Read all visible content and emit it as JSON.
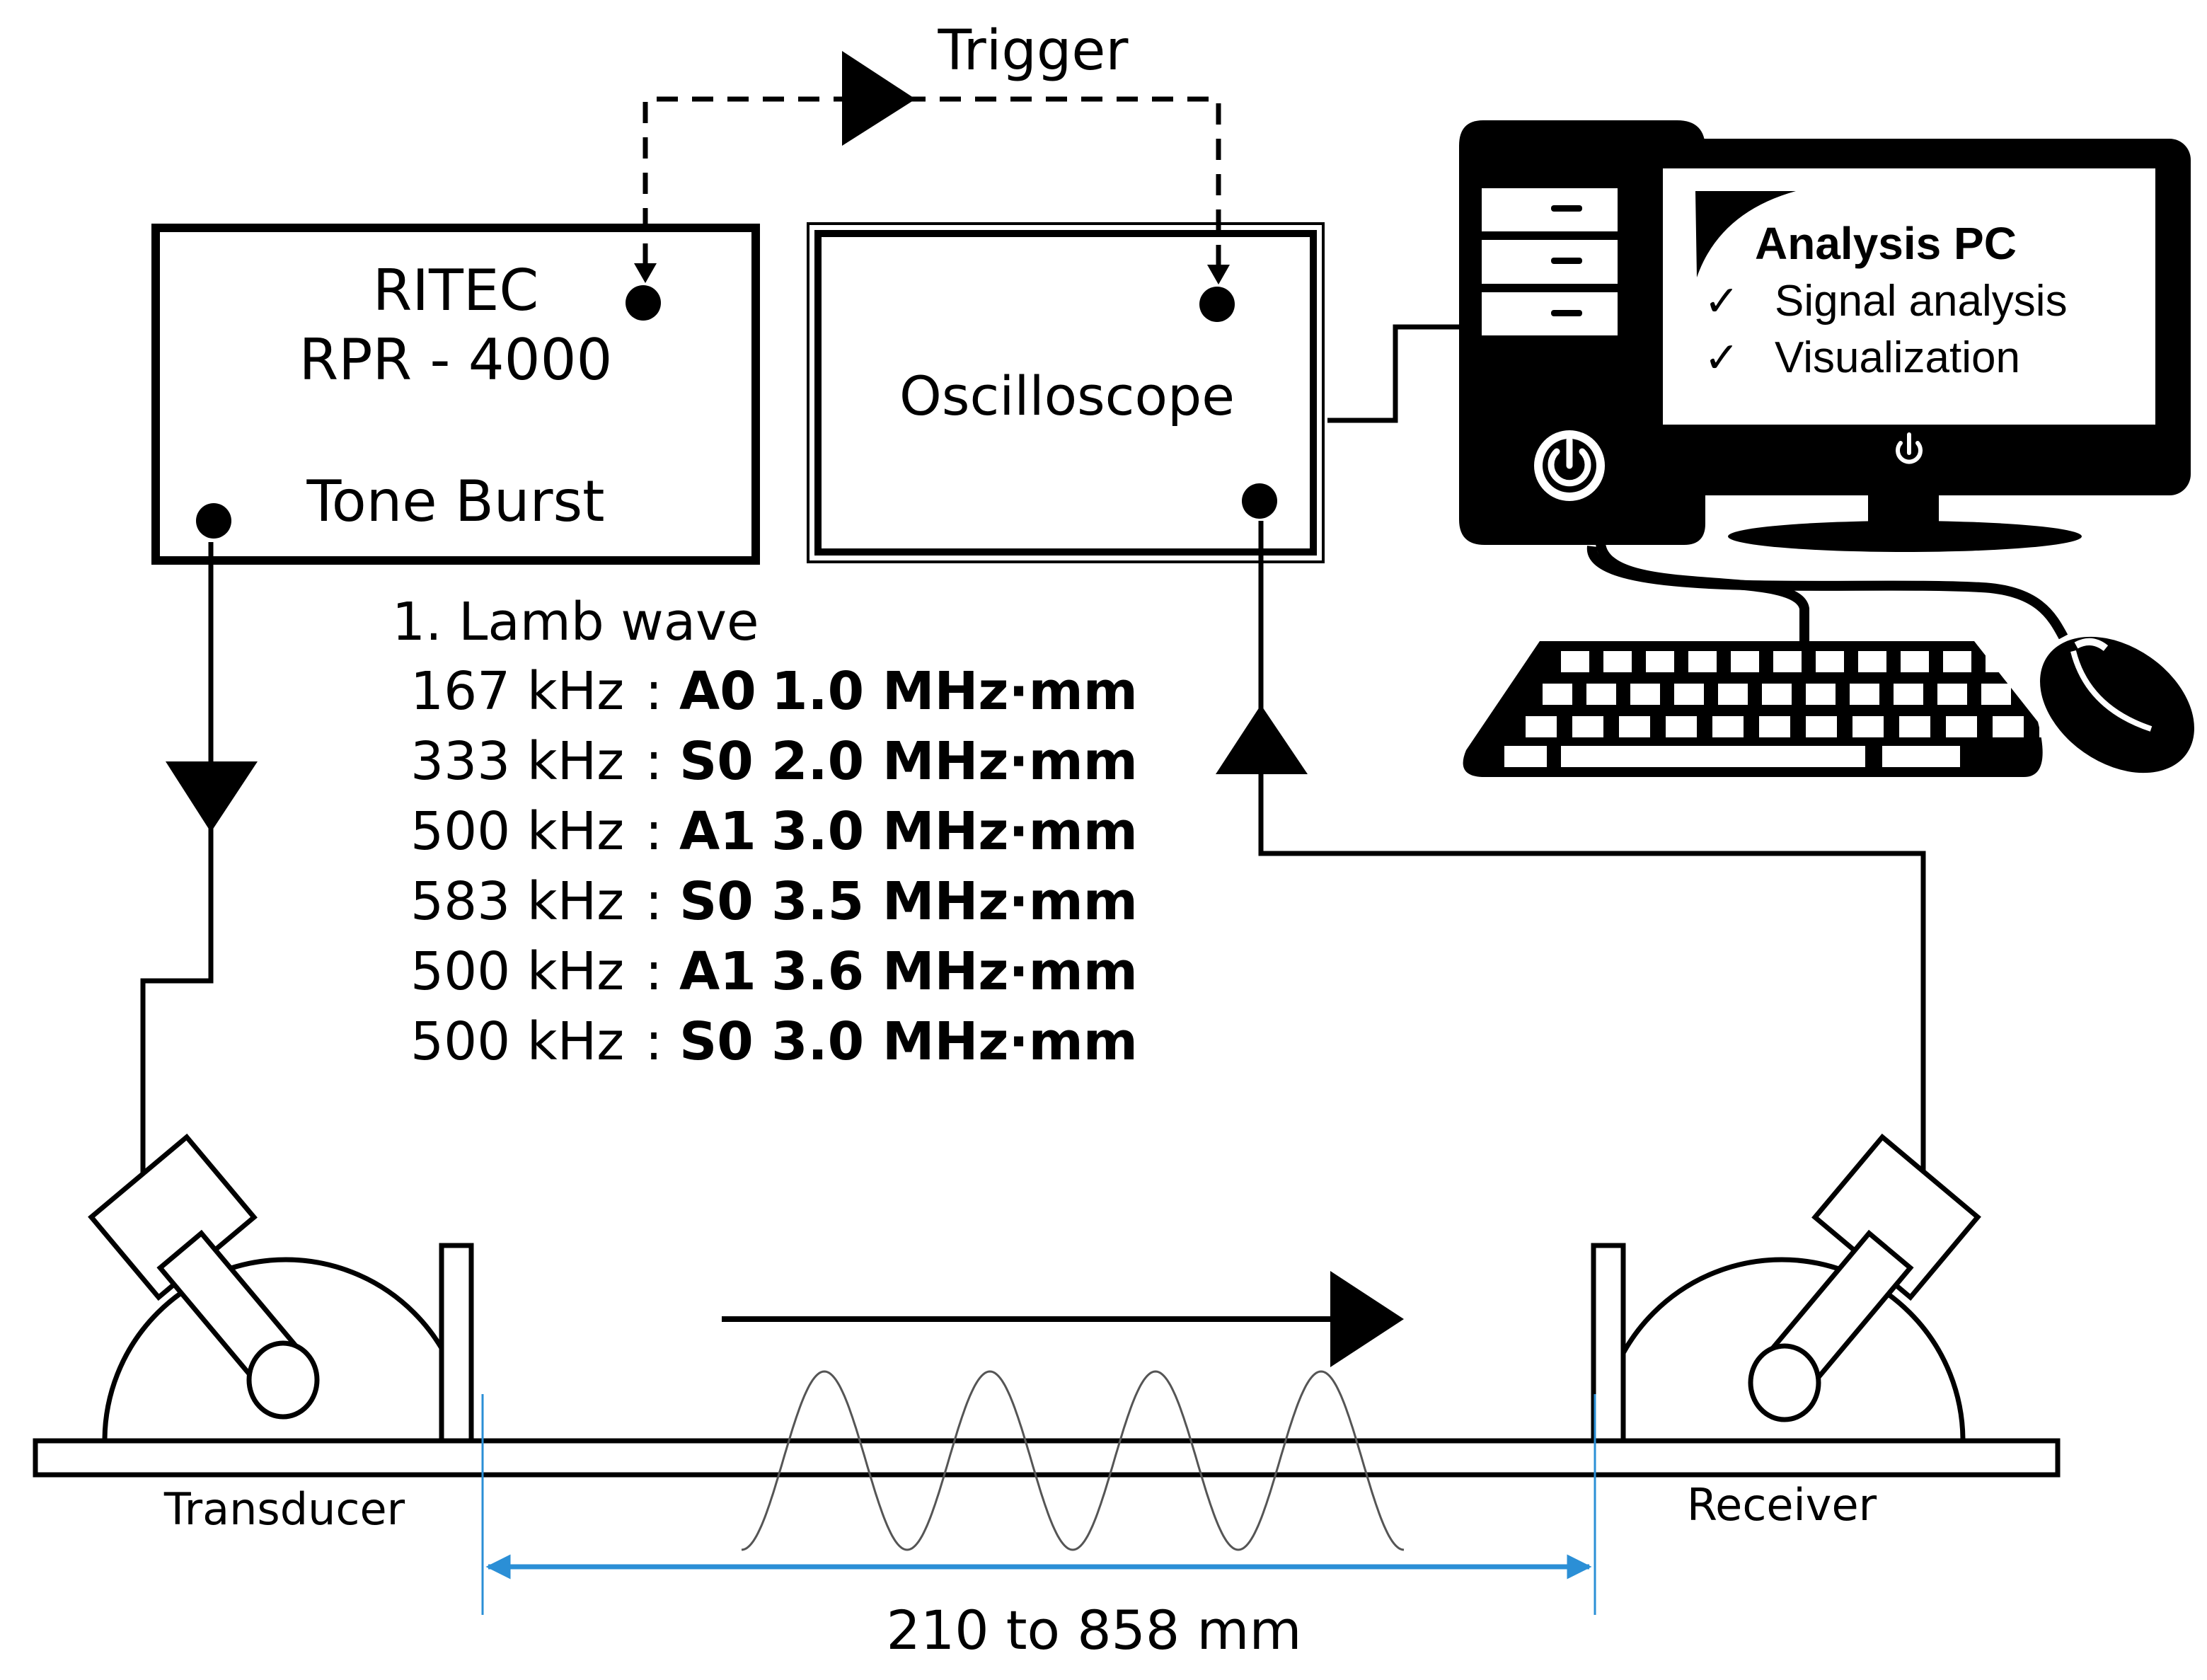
{
  "pulser": {
    "line1": "RITEC",
    "line2": "RPR - 4000",
    "line3": "Tone Burst"
  },
  "oscilloscope": {
    "label": "Oscilloscope"
  },
  "trigger": {
    "label": "Trigger"
  },
  "pc": {
    "title": "Analysis PC",
    "items": [
      {
        "check": "✓",
        "label": "Signal analysis"
      },
      {
        "check": "✓",
        "label": "Visualization"
      }
    ],
    "icons": [
      "computer-tower-icon",
      "monitor-icon",
      "keyboard-icon",
      "mouse-icon",
      "power-icon"
    ]
  },
  "lamb": {
    "heading": "1. Lamb wave",
    "rows": [
      {
        "freq": "167 kHz",
        "sep": ":",
        "mode": "A0",
        "value": "1.0 MHz·mm"
      },
      {
        "freq": "333 kHz",
        "sep": ":",
        "mode": "S0",
        "value": "2.0 MHz·mm"
      },
      {
        "freq": "500 kHz",
        "sep": ":",
        "mode": "A1",
        "value": "3.0 MHz·mm"
      },
      {
        "freq": "583 kHz",
        "sep": ":",
        "mode": "S0",
        "value": "3.5 MHz·mm"
      },
      {
        "freq": "500 kHz",
        "sep": ":",
        "mode": "A1",
        "value": "3.6 MHz·mm"
      },
      {
        "freq": "500 kHz",
        "sep": ":",
        "mode": "S0",
        "value": "3.0 MHz·mm"
      }
    ]
  },
  "transducer": {
    "label": "Transducer"
  },
  "receiver": {
    "label": "Receiver"
  },
  "distance": {
    "label": "210 to 858 mm"
  },
  "colors": {
    "line": "#000000",
    "dimension": "#2b8fd6",
    "wave": "#555555"
  }
}
